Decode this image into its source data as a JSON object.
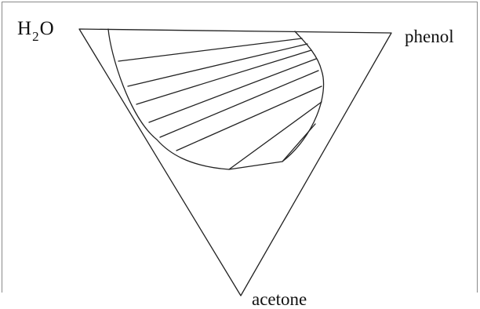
{
  "diagram": {
    "vertices": {
      "top_left": {
        "formula_main": "H",
        "formula_sub": "2",
        "formula_tail": "O"
      },
      "top_right": {
        "label": "phenol"
      },
      "bottom": {
        "label": "acetone"
      }
    },
    "colors": {
      "line": "#222222",
      "frame": "#8a8a8a",
      "background": "#ffffff"
    }
  }
}
